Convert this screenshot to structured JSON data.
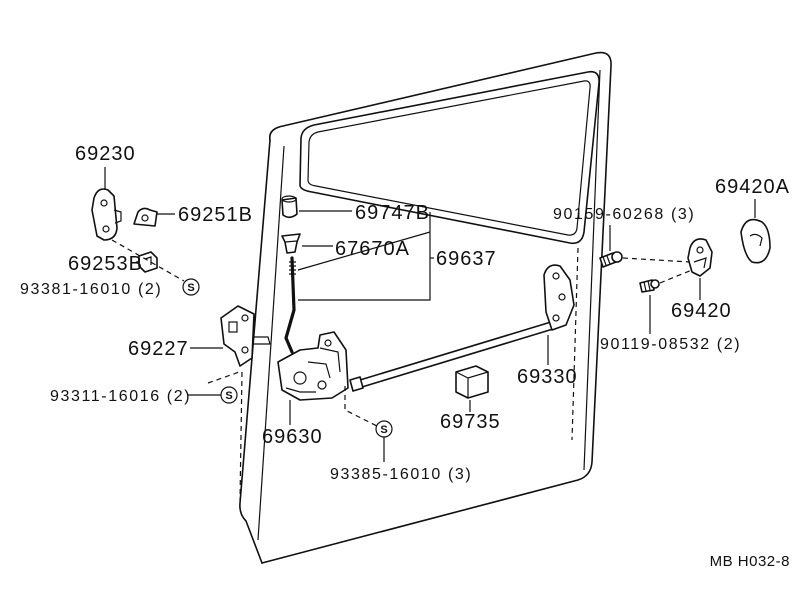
{
  "diagram": {
    "labels": {
      "p69230": "69230",
      "p69251B": "69251B",
      "p69253B": "69253B",
      "p93381": "93381-16010 (2)",
      "p69227": "69227",
      "p93311": "93311-16016 (2)",
      "p69747B": "69747B",
      "p67670A": "67670A",
      "p69637": "69637",
      "p90159": "90159-60268 (3)",
      "p69420A": "69420A",
      "p69420": "69420",
      "p90119": "90119-08532 (2)",
      "p69330": "69330",
      "p69735": "69735",
      "p69630": "69630",
      "p93385": "93385-16010 (3)"
    },
    "symbol": "S",
    "reference": "MB H032-8"
  },
  "colors": {
    "ink": "#111111",
    "paper": "#ffffff"
  }
}
